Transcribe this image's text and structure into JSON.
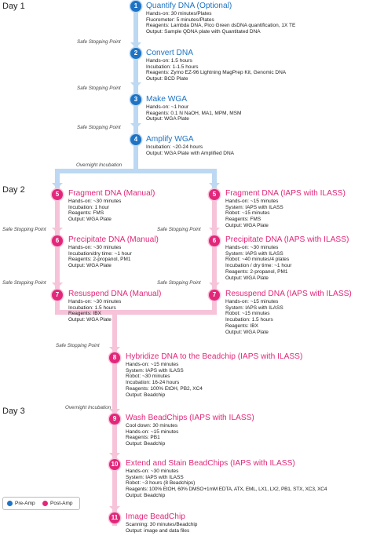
{
  "days": [
    "Day 1",
    "Day 2",
    "Day 3"
  ],
  "safe_stopping": "Safe Stopping Point",
  "overnight": "Overnight Incubation",
  "steps": [
    {
      "num": "1",
      "title": "Quantify DNA (Optional)",
      "lines": [
        "Hands-on: 30 minutes/Plates",
        "Fluorometer: 5 minutes/Plates",
        "Reagents: Lambda DNA, Pico Green dsDNA quantification, 1X TE",
        "Output: Sample QDNA plate with Quantitated DNA"
      ]
    },
    {
      "num": "2",
      "title": "Convert DNA",
      "lines": [
        "Hands-on: 1.5 hours",
        "Incubation: 1-1.5 hours",
        "Reagents: Zymo EZ-96 Lightning MagPrep Kit, Genomic DNA",
        "Output: BCD Plate"
      ]
    },
    {
      "num": "3",
      "title": "Make WGA",
      "lines": [
        "Hands-on: ~1 hour",
        "Reagents: 0.1 N NaOH, MA1, MPM, MSM",
        "Output: WGA Plate"
      ]
    },
    {
      "num": "4",
      "title": "Amplify WGA",
      "lines": [
        "Incubation: ~20-24 hours",
        "Output: WGA Plate with Amplified DNA"
      ]
    },
    {
      "num": "5",
      "title": "Fragment DNA (Manual)",
      "lines": [
        "Hands-on: ~30 minutes",
        "Incubation: 1 hour",
        "Reagents: FMS",
        "Output: WGA Plate"
      ]
    },
    {
      "num": "6",
      "title": "Precipitate DNA (Manual)",
      "lines": [
        "Hands-on: ~30 minutes",
        "Incubation/dry time: ~1 hour",
        "Reagents: 2-propanol, PM1",
        "Output: WGA Plate"
      ]
    },
    {
      "num": "7",
      "title": "Resuspend DNA (Manual)",
      "lines": [
        "Hands-on: ~30 minutes",
        "Incubation: 1.5 hours",
        "Reagents: IBX",
        "Output: WGA Plate"
      ]
    },
    {
      "num": "5",
      "title": "Fragment DNA (IAPS with ILASS)",
      "lines": [
        "Hands-on: ~15 minutes",
        "System: IAPS with ILASS",
        "Robot: ~15 minutes",
        "Reagents: FMS",
        "Output: WGA Plate"
      ]
    },
    {
      "num": "6",
      "title": "Precipitate DNA (IAPS with ILASS)",
      "lines": [
        "Hands-on: ~30 minutes",
        "System: IAPS with ILASS",
        "Robot: ~40 minutes/4 plates",
        "Incubation / dry time: ~1 hour",
        "Reagents: 2-propanol, PM1",
        "Output: WGA Plate"
      ]
    },
    {
      "num": "7",
      "title": "Resuspend DNA (IAPS with ILASS)",
      "lines": [
        "Hands-on: ~15 minutes",
        "System: IAPS with ILASS",
        "Robot: ~15 minutes",
        "Incubation: 1.5 hours",
        "Reagents: IBX",
        "Output: WGA Plate"
      ]
    },
    {
      "num": "8",
      "title": "Hybridize DNA to the Beadchip (IAPS with ILASS)",
      "lines": [
        "Hands-on: ~15 minutes",
        "System: IAPS with ILASS",
        "Robot: ~30 minutes",
        "Incubation: 16-24 hours",
        "Reagents: 100% EtOH, PB2, XC4",
        "Output: Beadchip"
      ]
    },
    {
      "num": "9",
      "title": "Wash BeadChips (IAPS with ILASS)",
      "lines": [
        "Cool down: 30 minutes",
        "Hands-on: ~15 minutes",
        "Reagents: PB1",
        "Output: Beadchip"
      ]
    },
    {
      "num": "10",
      "title": "Extend and Stain BeadChips (IAPS with ILASS)",
      "lines": [
        "Hands-on: ~30 minutes",
        "System: IAPS with ILASS",
        "Robot: ~3 hours (8 Beadchips)",
        "Reagents: 100% EtOH, 60% DMSO+1mM EDTA, ATX, EML, LX1, LX2, PB1, STX, XC3, XC4",
        "Output: Beadchip"
      ]
    },
    {
      "num": "11",
      "title": "Image BeadChip",
      "lines": [
        "Scanning: 30 minutes/Beadchip",
        "Output: image and data files"
      ]
    }
  ],
  "legend": {
    "pre": "Pre-Amp",
    "post": "Post-Amp"
  },
  "colors": {
    "pre": "#1e73c4",
    "post": "#e2277a",
    "pre_line": "#bcd8f2",
    "post_line": "#f6c3d9"
  }
}
